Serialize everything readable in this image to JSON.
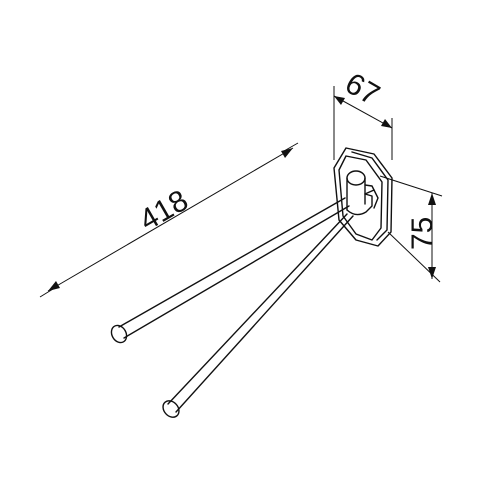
{
  "dimensions": {
    "length": "418",
    "depth": "67",
    "height": "75"
  },
  "colors": {
    "line": "#111111",
    "background": "#ffffff"
  }
}
